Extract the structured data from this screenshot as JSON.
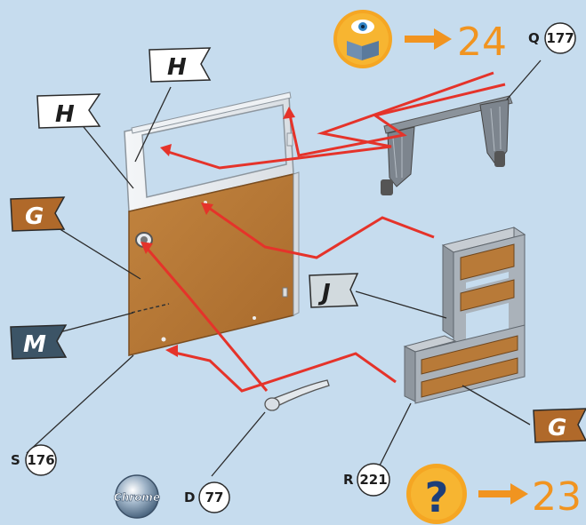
{
  "flags": {
    "h_top": "H",
    "h_left": "H",
    "g_left": "G",
    "m_left": "M",
    "j_right": "J",
    "g_right": "G"
  },
  "parts": {
    "q": {
      "letter": "Q",
      "number": "177"
    },
    "s": {
      "letter": "S",
      "number": "176"
    },
    "d": {
      "letter": "D",
      "number": "77"
    },
    "r": {
      "letter": "R",
      "number": "221"
    }
  },
  "badges": {
    "chrome": "Chrome"
  },
  "steps": {
    "next_view": "24",
    "help": "23",
    "help_symbol": "?"
  },
  "colors": {
    "background": "#c6dcee",
    "wood": "#b87a38",
    "arrow_red": "#e5332a",
    "accent_orange": "#f19420",
    "flag_white": "#ffffff",
    "flag_brown": "#b0692a",
    "flag_dark": "#3c5466",
    "frame_grey": "#a9b2bc"
  },
  "icons": [
    "book-eye-icon",
    "question-icon",
    "chrome-badge-icon",
    "arrow-right-icon"
  ]
}
